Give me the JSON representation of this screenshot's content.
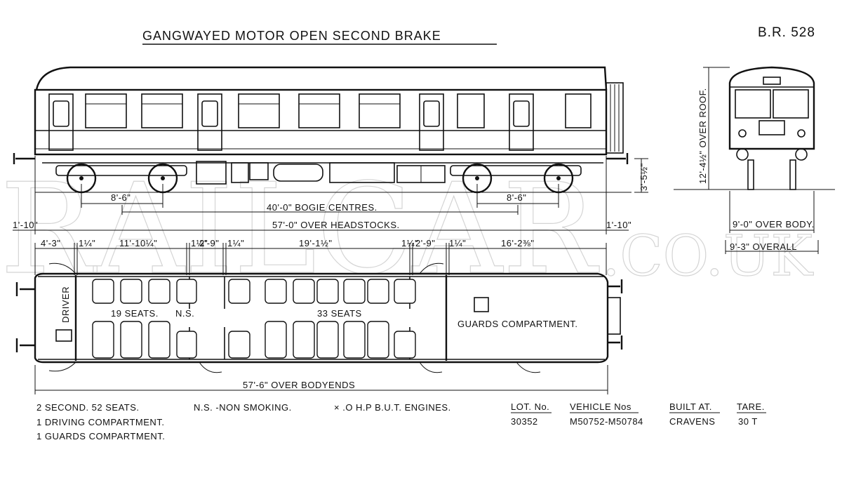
{
  "title": "GANGWAYED MOTOR OPEN SECOND BRAKE",
  "diagram_ref": "B.R. 528",
  "watermark": {
    "main": "RAILCAR",
    "suffix": ".CO.UK"
  },
  "side_elevation": {
    "bogie_wheelbase_left": "8'-6\"",
    "bogie_wheelbase_right": "8'-6\"",
    "height_rail": "3'-5½\"",
    "bogie_centres": "40'-0\" BOGIE CENTRES.",
    "overhang_left": "1'-10\"",
    "overhang_right": "1'-10\"",
    "over_headstocks": "57'-0\" OVER HEADSTOCKS."
  },
  "end_elevation": {
    "over_roof": "12'-4½\" OVER ROOF.",
    "over_body": "9'-0\" OVER BODY.",
    "overall": "9'-3\" OVERALL"
  },
  "plan": {
    "dims": [
      "4'-3\"",
      "1¼\"",
      "11'-10¼\"",
      "1¼\"",
      "2'-9\"",
      "1¼\"",
      "19'-1½\"",
      "1¼\"",
      "2'-9\"",
      "1¼\"",
      "16'-2⅜\""
    ],
    "driver": "DRIVER",
    "seats_left": "19 SEATS.",
    "ns": "N.S.",
    "seats_right": "33 SEATS",
    "guards": "GUARDS COMPARTMENT.",
    "over_bodyends": "57'-6\" OVER BODYENDS"
  },
  "notes": {
    "left": [
      "2 SECOND. 52 SEATS.",
      "1 DRIVING COMPARTMENT.",
      "1 GUARDS COMPARTMENT."
    ],
    "ns_note": "N.S. -NON SMOKING.",
    "engines": "× .O H.P  B.U.T. ENGINES."
  },
  "table": {
    "headers": [
      "LOT. No.",
      "VEHICLE Nos",
      "BUILT AT.",
      "TARE."
    ],
    "values": [
      "30352",
      "M50752-M50784",
      "CRAVENS",
      "30 T"
    ]
  }
}
